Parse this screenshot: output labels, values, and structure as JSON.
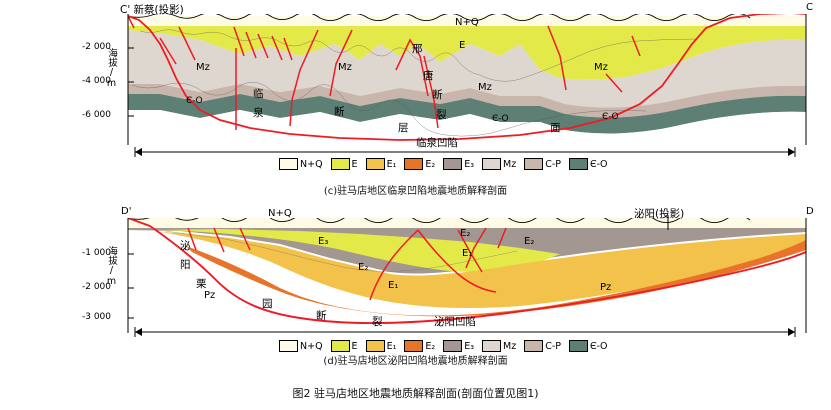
{
  "figure": {
    "main_caption": "图2   驻马店地区地震地质解释剖面(剖面位置见图1)",
    "panel_c_caption": "(c)驻马店地区临泉凹陷地震地质解释剖面",
    "panel_d_caption": "(d)驻马店地区泌阳凹陷地震地质解释剖面"
  },
  "legend": {
    "items": [
      {
        "label": "N+Q",
        "color": "#fdfbe6"
      },
      {
        "label": "E",
        "color": "#e4e94a"
      },
      {
        "label": "E₁",
        "color": "#f2c24a"
      },
      {
        "label": "E₂",
        "color": "#e8732a"
      },
      {
        "label": "E₃",
        "color": "#a39791"
      },
      {
        "label": "Mz",
        "color": "#ded7cf"
      },
      {
        "label": "C-P",
        "color": "#c8b6ac"
      },
      {
        "label": "Є-O",
        "color": "#5d7f74"
      }
    ]
  },
  "panel_c": {
    "axis_label": "海拔/m",
    "left_end_label": "C' 新蔡(投影)",
    "right_end_label": "C",
    "y_ticks": [
      "-2 000",
      "-4 000",
      "-6 000"
    ],
    "unit_labels": [
      {
        "text": "N+Q"
      },
      {
        "text": "E"
      },
      {
        "text": "Mz"
      },
      {
        "text": "Mz"
      },
      {
        "text": "Mz"
      },
      {
        "text": "Mz"
      },
      {
        "text": "Є-O"
      },
      {
        "text": "Є-O"
      },
      {
        "text": "Є-O"
      }
    ],
    "fault_labels": [
      {
        "text": "邢"
      },
      {
        "text": "唐"
      },
      {
        "text": "断"
      },
      {
        "text": "裂"
      },
      {
        "text": "临"
      },
      {
        "text": "泉"
      },
      {
        "text": "断"
      },
      {
        "text": "层"
      },
      {
        "text": "面"
      }
    ],
    "basin_label": "临泉凹陷"
  },
  "panel_d": {
    "axis_label": "海拔/m",
    "left_end_label": "D'",
    "right_end_label": "D",
    "top_label": "N+Q",
    "projection_label": "泌阳(投影)",
    "y_ticks": [
      "-1 000",
      "-2 000",
      "-3 000"
    ],
    "unit_labels": [
      {
        "text": "E₃"
      },
      {
        "text": "E₂"
      },
      {
        "text": "E₂"
      },
      {
        "text": "E₂"
      },
      {
        "text": "E₁"
      },
      {
        "text": "E₁"
      },
      {
        "text": "Pz"
      },
      {
        "text": "Pz"
      }
    ],
    "fault_labels": [
      {
        "text": "泌"
      },
      {
        "text": "阳"
      },
      {
        "text": "栗"
      },
      {
        "text": "园"
      },
      {
        "text": "断"
      },
      {
        "text": "裂"
      }
    ],
    "basin_label": "泌阳凹陷"
  }
}
